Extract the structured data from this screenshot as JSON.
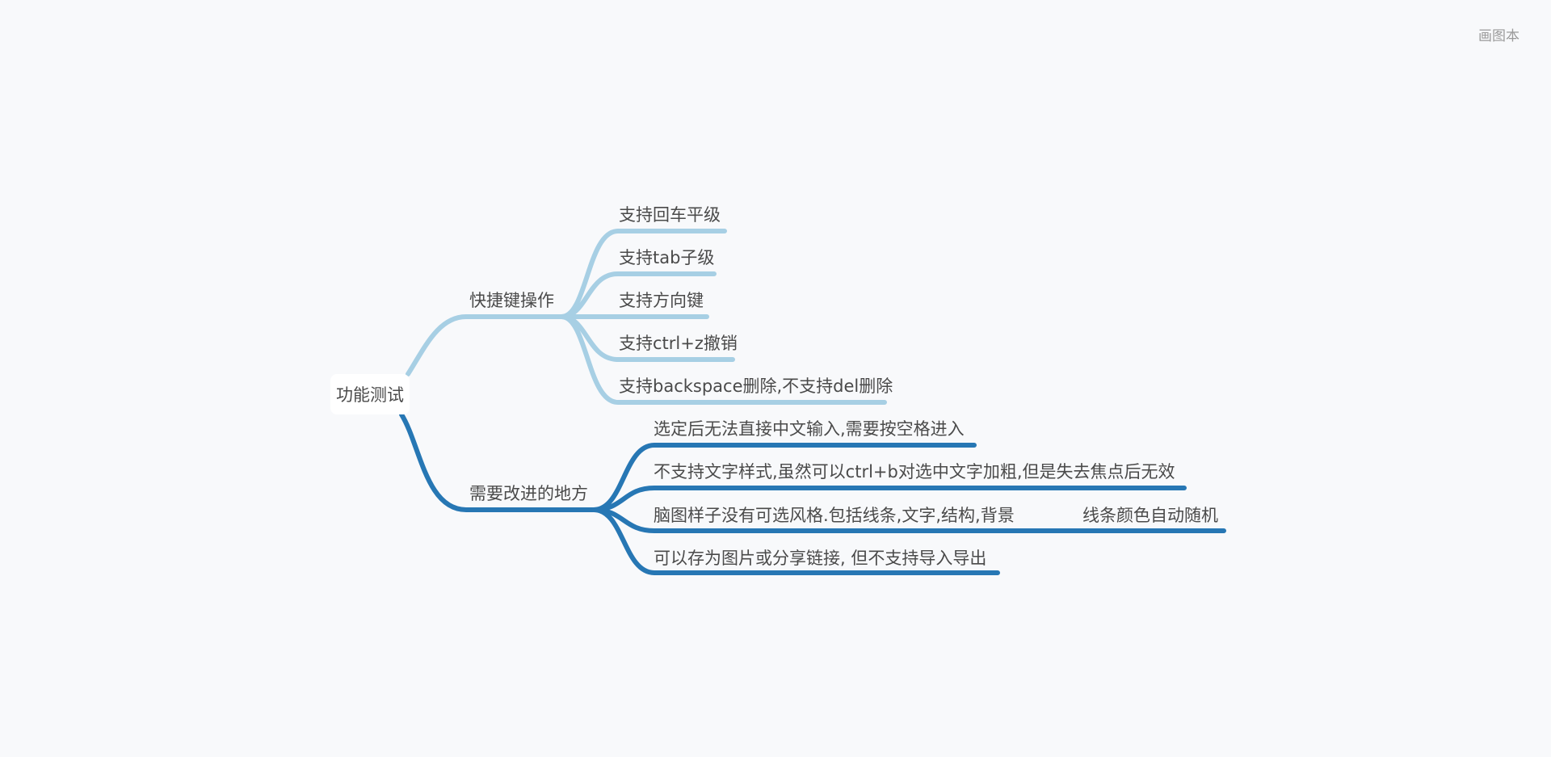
{
  "app": {
    "title": "画图本"
  },
  "mindmap": {
    "root": "功能测试",
    "colors": {
      "light": "#a7cfe4",
      "dark": "#2777b4"
    },
    "branches": [
      {
        "label": "快捷键操作",
        "color": "light",
        "children": [
          {
            "label": "支持回车平级"
          },
          {
            "label": "支持tab子级"
          },
          {
            "label": "支持方向键"
          },
          {
            "label": "支持ctrl+z撤销"
          },
          {
            "label": "支持backspace删除,不支持del删除"
          }
        ]
      },
      {
        "label": "需要改进的地方",
        "color": "dark",
        "children": [
          {
            "label": "选定后无法直接中文输入,需要按空格进入"
          },
          {
            "label": "不支持文字样式,虽然可以ctrl+b对选中文字加粗,但是失去焦点后无效"
          },
          {
            "label": "脑图样子没有可选风格.包括线条,文字,结构,背景",
            "children": [
              {
                "label": "线条颜色自动随机"
              }
            ]
          },
          {
            "label": "可以存为图片或分享链接, 但不支持导入导出"
          }
        ]
      }
    ]
  }
}
